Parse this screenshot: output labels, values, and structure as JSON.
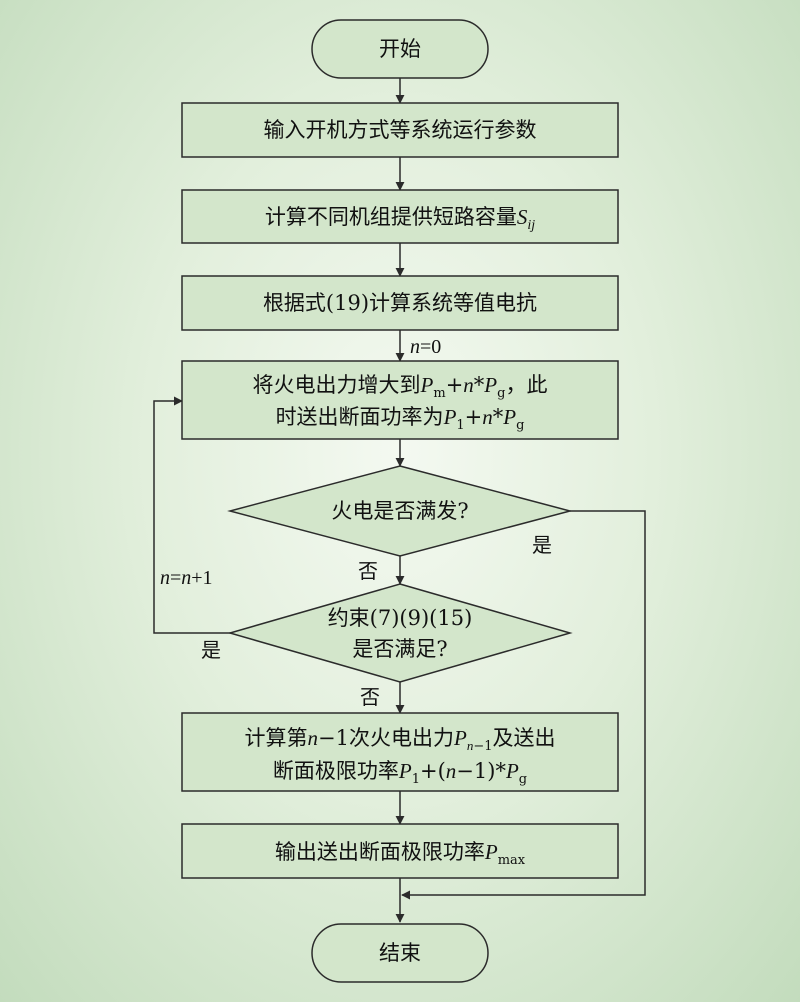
{
  "diagram": {
    "start": "开始",
    "end": "结束",
    "step1": "输入开机方式等系统运行参数",
    "step2_prefix": "计算不同机组提供短路容量",
    "step2_var": "S",
    "step2_sub": "ij",
    "step3": "根据式(19)计算系统等值电抗",
    "init_label": "n=0",
    "step4_line1_prefix": "将火电出力增大到",
    "step4_line1_suffix": "，此",
    "step4_line2_prefix": "时送出断面功率为",
    "decision1": "火电是否满发?",
    "decision2_line1": "约束(7)(9)(15)",
    "decision2_line2": "是否满足?",
    "yes": "是",
    "no": "否",
    "loop_label": "n=n+1",
    "step5_line1_prefix": "计算第",
    "step5_line1_mid": "n",
    "step5_line1_after": "−1次火电出力",
    "step5_line1_suffix": "及送出",
    "step5_line2_prefix": "断面极限功率",
    "step6_prefix": "输出送出断面极限功率",
    "step6_var": "P",
    "step6_sub": "max"
  }
}
